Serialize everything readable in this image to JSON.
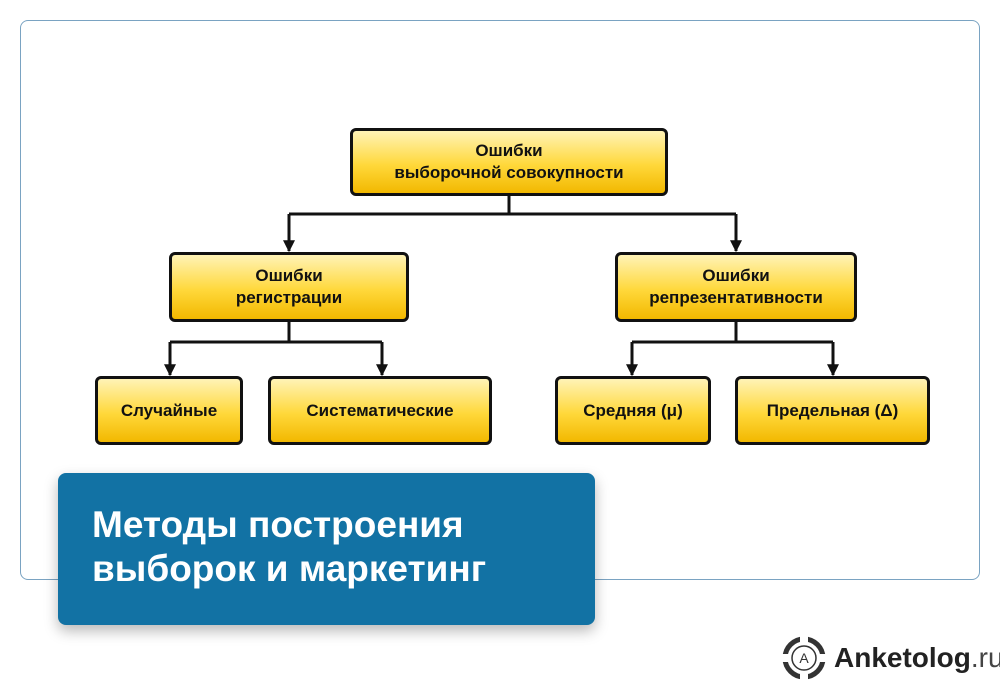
{
  "diagram": {
    "root": {
      "line1": "Ошибки",
      "line2": "выборочной совокупности"
    },
    "registration": {
      "line1": "Ошибки",
      "line2": "регистрации"
    },
    "representativeness": {
      "line1": "Ошибки",
      "line2": "репрезентативности"
    },
    "random": "Случайные",
    "systematic": "Систематические",
    "mean": "Средняя (μ)",
    "marginal": "Предельная (Δ)"
  },
  "banner": {
    "line1": "Методы построения",
    "line2": "выборок и маркетинг"
  },
  "brand": {
    "name": "Anketolog",
    "domain": ".ru",
    "icon_letter": "A"
  },
  "colors": {
    "node_fill": "#ffd83a",
    "node_border": "#111111",
    "banner_bg": "#1272a4",
    "frame_border": "#7aa3c2"
  }
}
